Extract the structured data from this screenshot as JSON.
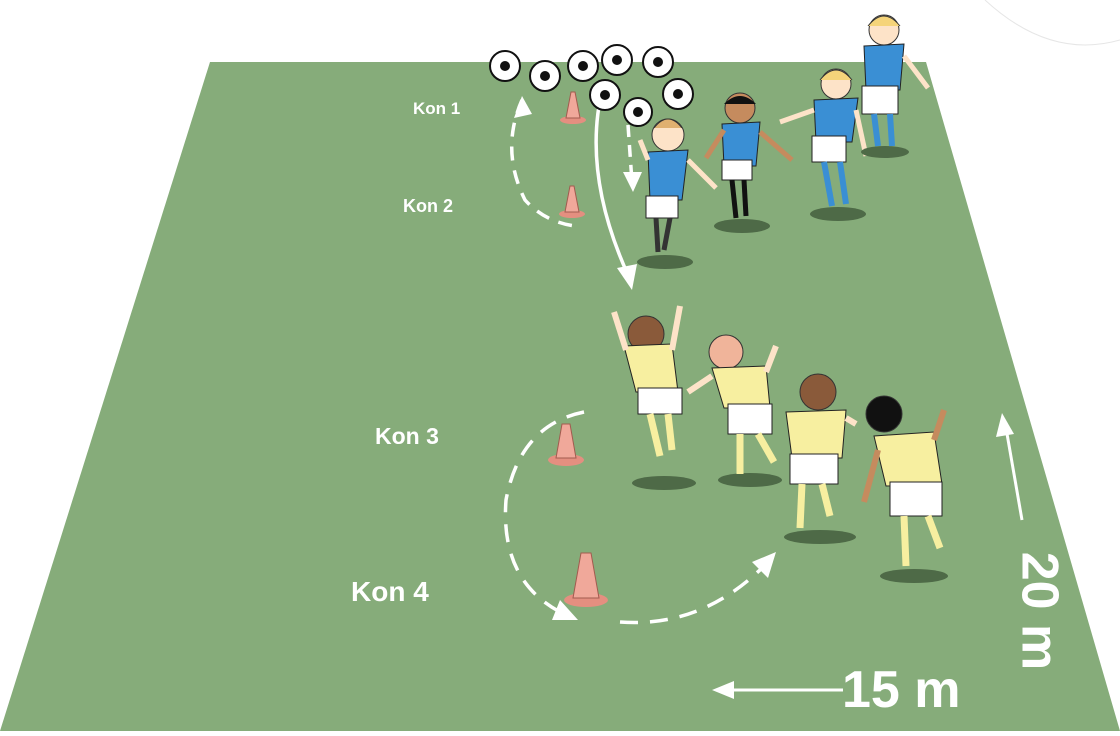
{
  "labels": {
    "cone1": "Kon 1",
    "cone2": "Kon 2",
    "cone3": "Kon 3",
    "cone4": "Kon 4"
  },
  "dimensions": {
    "width": "15 m",
    "length": "20 m"
  },
  "colors": {
    "field": "#86ac7a",
    "cone": "#f0a89a",
    "blue_shirt": "#3a8fd4",
    "yellow_shirt": "#f7efa0",
    "ball_black": "#111111",
    "arrow": "#ffffff",
    "shadow": "#4e6a47"
  }
}
